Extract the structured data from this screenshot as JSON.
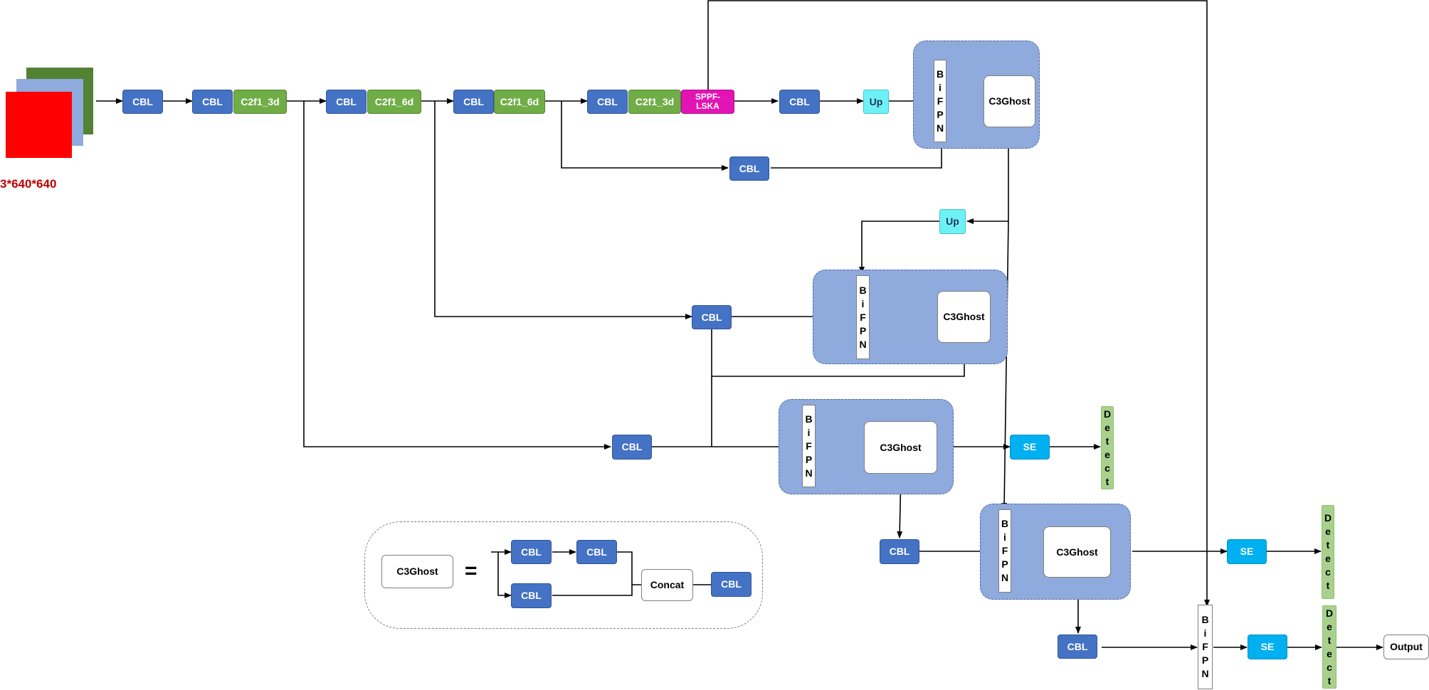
{
  "input": {
    "size_label": "3*640*640",
    "colors": {
      "back": "#548235",
      "mid": "#8FAADC",
      "front": "#FF0000"
    }
  },
  "labels": {
    "cbl": "CBL",
    "c2f1_3d": "C2f1_3d",
    "c2f1_6d": "C2f1_6d",
    "sppf_line1": "SPPF-",
    "sppf_line2": "LSKA",
    "up": "Up",
    "c3ghost": "C3Ghost",
    "se": "SE",
    "concat": "Concat",
    "equals": "=",
    "output": "Output"
  },
  "bifpn_letters": [
    "B",
    "i",
    "F",
    "P",
    "N"
  ],
  "detect_letters": [
    "D",
    "e",
    "t",
    "e",
    "c",
    "t"
  ],
  "colors": {
    "cbl": "#4472C4",
    "c2f": "#70AD47",
    "sppf": "#E314B4",
    "up": "#6FF0F5",
    "se": "#00B0F0",
    "detect": "#A9D18E",
    "group": "#8FAADC",
    "label_red": "#C00000"
  }
}
